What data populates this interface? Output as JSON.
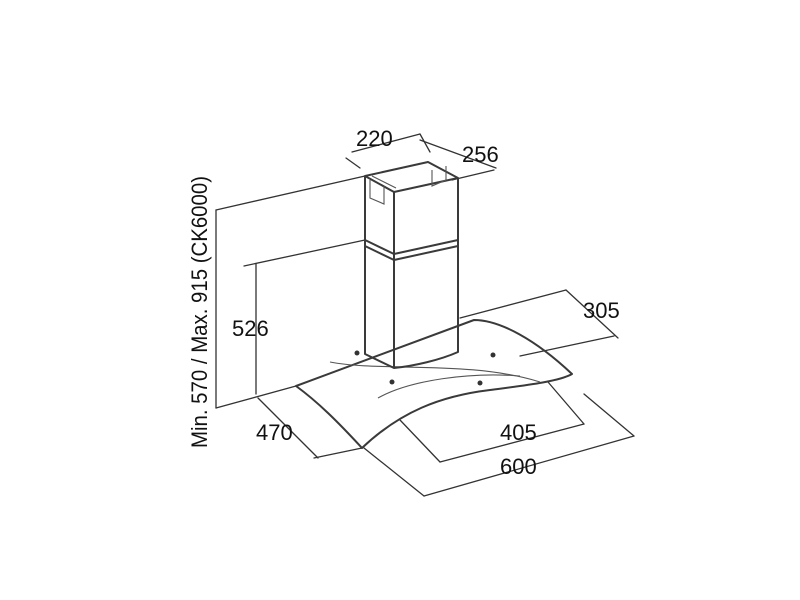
{
  "dimensions": {
    "chimney_width": "220",
    "chimney_depth": "256",
    "hood_depth": "305",
    "chimney_height": "526",
    "total_height": "Min. 570 / Max. 915 (CK6000)",
    "glass_depth": "470",
    "inner_width": "405",
    "total_width": "600"
  }
}
